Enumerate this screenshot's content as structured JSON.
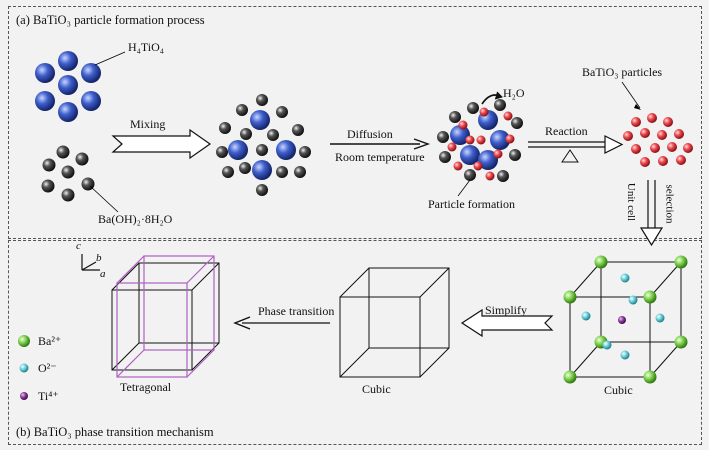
{
  "panel_a": {
    "title": "(a) BaTiO₃ particle formation process",
    "reactant_1": "H₄TiO₄",
    "reactant_2": "Ba(OH)₂·8H₂O",
    "step_mixing": "Mixing",
    "step_diffusion": "Diffusion",
    "condition": "Room temperature",
    "water": "H₂O",
    "particle_formation": "Particle formation",
    "step_reaction": "Reaction",
    "product": "BaTiO₃ particles",
    "unit_cell_selection_1": "Unit cell",
    "unit_cell_selection_2": "selection"
  },
  "panel_b": {
    "title": "(b) BaTiO₃ phase transition mechanism",
    "axis_c": "c",
    "axis_b": "b",
    "axis_a": "a",
    "legend": [
      {
        "label": "Ba²⁺",
        "color": "#7ccf4a"
      },
      {
        "label": "O²⁻",
        "color": "#66cfd8"
      },
      {
        "label": "Ti⁴⁺",
        "color": "#8e3a9e"
      }
    ],
    "tetragonal_label": "Tetragonal",
    "phase_transition": "Phase transition",
    "cubic_label_1": "Cubic",
    "simplify": "Simplify",
    "cubic_label_2": "Cubic"
  },
  "colors": {
    "ti_sphere": "#3355bb",
    "ba_sphere": "#222222",
    "product_sphere": "#e8454a",
    "tetragonal_line": "#b060c0"
  }
}
